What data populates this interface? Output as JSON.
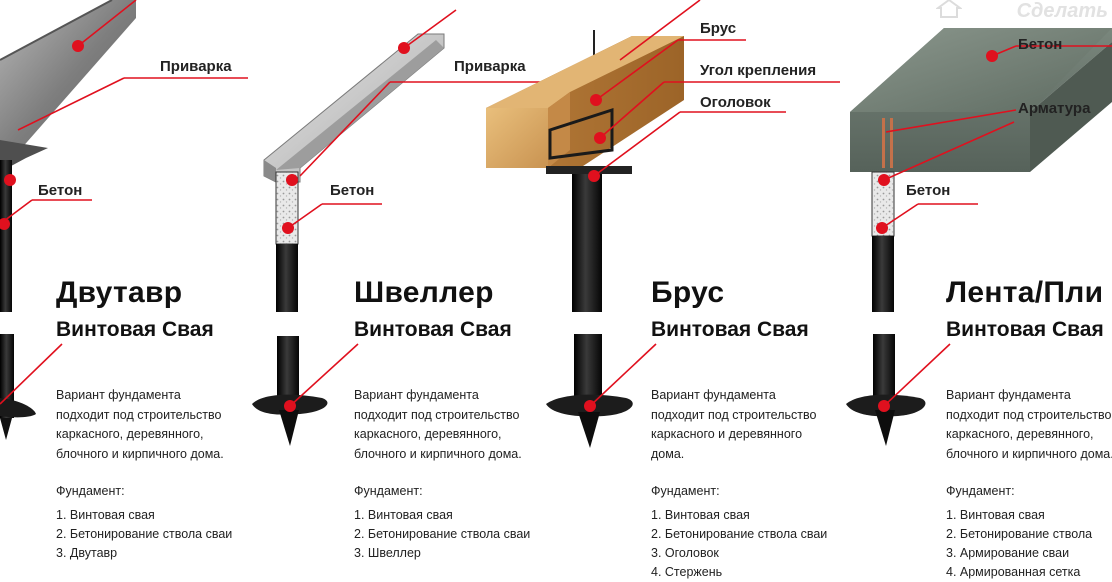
{
  "watermark": "Сделать",
  "columns": [
    {
      "id": "dvutavr",
      "title": "Двутавр",
      "subtitle": "Винтовая Свая",
      "description_lines": [
        "Вариант фундамента",
        "подходит под строительство",
        "каркасного, деревянного,",
        "блочного и кирпичного дома."
      ],
      "foundation_label": "Фундамент:",
      "foundation_items": [
        "1. Винтовая свая",
        "2. Бетонирование ствола сваи",
        "3. Двутавр"
      ],
      "callouts": [
        "Приварка",
        "Бетон"
      ]
    },
    {
      "id": "shveller",
      "title": "Швеллер",
      "subtitle": "Винтовая Свая",
      "description_lines": [
        "Вариант фундамента",
        "подходит под строительство",
        "каркасного, деревянного,",
        "блочного и кирпичного дома."
      ],
      "foundation_label": "Фундамент:",
      "foundation_items": [
        "1. Винтовая свая",
        "2. Бетонирование ствола сваи",
        "3. Швеллер"
      ],
      "callouts": [
        "Приварка",
        "Бетон"
      ]
    },
    {
      "id": "brus",
      "title": "Брус",
      "subtitle": "Винтовая Свая",
      "description_lines": [
        "Вариант фундамента",
        "подходит под строительство",
        "каркасного и деревянного",
        "дома."
      ],
      "foundation_label": "Фундамент:",
      "foundation_items": [
        "1. Винтовая свая",
        "2. Бетонирование ствола сваи",
        "3. Оголовок",
        "4. Стержень"
      ],
      "callouts": [
        "Брус",
        "Угол крепления",
        "Оголовок"
      ]
    },
    {
      "id": "lenta",
      "title": "Лента/Пли",
      "subtitle": "Винтовая Свая",
      "description_lines": [
        "Вариант фундамента",
        "подходит под строительство",
        "каркасного, деревянного,",
        "блочного и кирпичного дома."
      ],
      "foundation_label": "Фундамент:",
      "foundation_items": [
        "1. Винтовая свая",
        "2. Бетонирование ствола",
        "3. Армирование сваи",
        "4. Армированная сетка"
      ],
      "callouts": [
        "Бетон",
        "Арматура",
        "Бетон"
      ]
    }
  ],
  "colors": {
    "callout_red": "#e0101e",
    "pile_black": "#141414",
    "steel_gray": "#8c8c8c",
    "wood": "#d9a760",
    "concrete": "#6f7e73"
  }
}
